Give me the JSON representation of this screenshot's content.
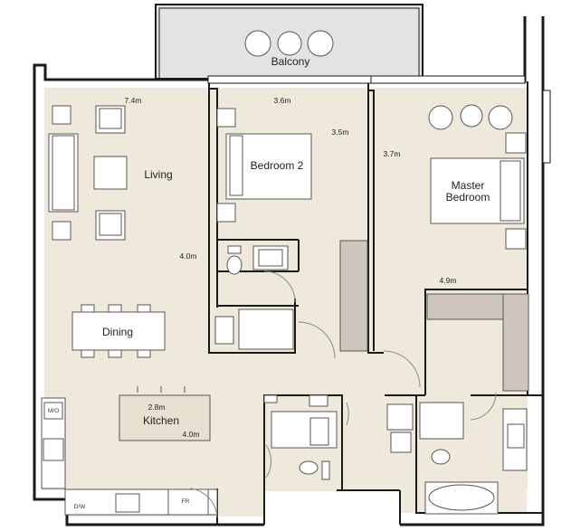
{
  "rooms": {
    "balcony": "Balcony",
    "living": "Living",
    "bedroom2": "Bedroom 2",
    "master_line1": "Master",
    "master_line2": "Bedroom",
    "dining": "Dining",
    "kitchen": "Kitchen"
  },
  "dimensions": {
    "living_width": "7.4m",
    "bedroom2_width": "3.6m",
    "bedroom2_depth": "3.5m",
    "master_depth": "3.7m",
    "living_depth": "4.0m",
    "master_width": "4.9m",
    "kitchen_island": "2.8m",
    "kitchen_length": "4.0m"
  },
  "appliances": {
    "microwave": "M/O",
    "dishwasher": "D/W",
    "fridge": "FR"
  },
  "colors": {
    "floor": "#efe9dc",
    "wall": "#1a1a1a",
    "balcony": "#e3e3e3",
    "wardrobe": "#cfc6bd"
  }
}
